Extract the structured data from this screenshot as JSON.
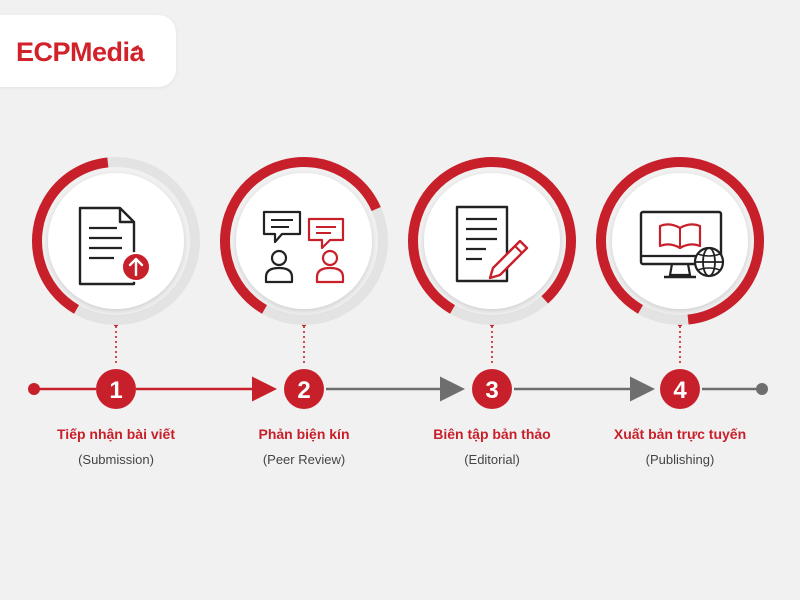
{
  "brand": {
    "logo_text": "ECPMedia",
    "color": "#d1222a"
  },
  "colors": {
    "accent": "#c8202b",
    "ring_gray": "#e3e3e3",
    "line_gray": "#6e6e6e"
  },
  "steps": [
    {
      "number": "1",
      "title": "Tiếp nhận bài viết",
      "subtitle": "(Submission)",
      "icon": "document-upload-icon",
      "progress": 0.4
    },
    {
      "number": "2",
      "title": "Phản biện kín",
      "subtitle": "(Peer Review)",
      "icon": "peer-review-chat-icon",
      "progress": 0.6
    },
    {
      "number": "3",
      "title": "Biên tập bản thảo",
      "subtitle": "(Editorial)",
      "icon": "document-edit-icon",
      "progress": 0.8
    },
    {
      "number": "4",
      "title": "Xuất bản trực tuyến",
      "subtitle": "(Publishing)",
      "icon": "online-publishing-icon",
      "progress": 0.9
    }
  ]
}
